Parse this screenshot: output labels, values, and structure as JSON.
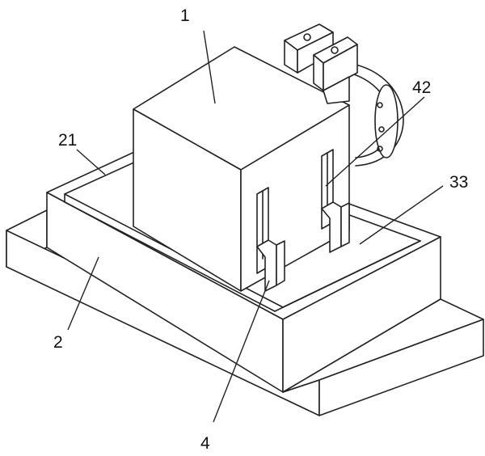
{
  "labels": {
    "part_1": "1",
    "part_2": "2",
    "part_21": "21",
    "part_33": "33",
    "part_4": "4",
    "part_42": "42"
  }
}
